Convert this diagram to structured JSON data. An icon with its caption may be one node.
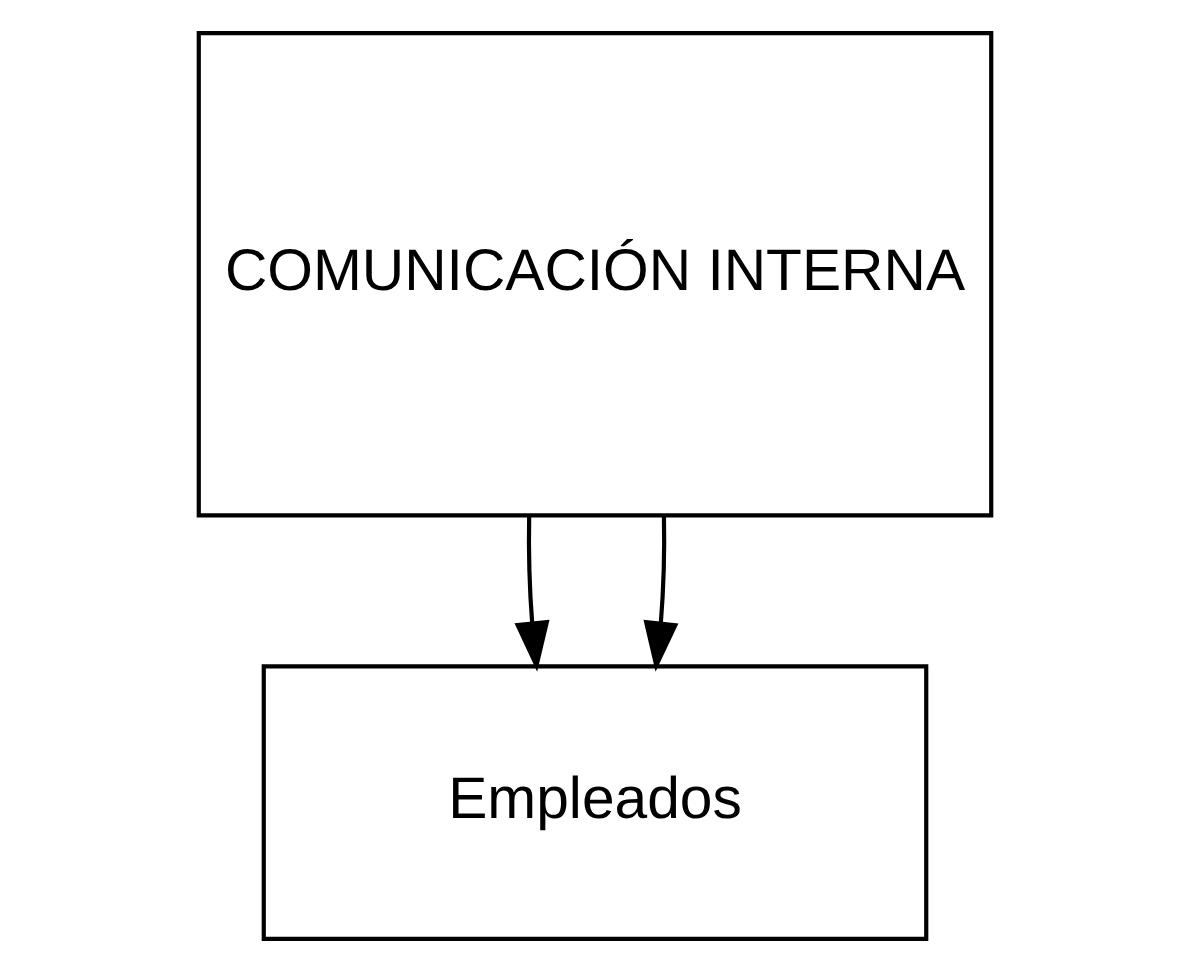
{
  "diagram": {
    "nodes": [
      {
        "text": [
          "COMUNICACIÓN INTERNA"
        ]
      },
      {
        "text": [
          "Empleados"
        ]
      }
    ],
    "edges": [
      {
        "from": 0,
        "to": 1,
        "arrow": "to"
      },
      {
        "from": 0,
        "to": 1,
        "arrow": "to"
      }
    ]
  }
}
